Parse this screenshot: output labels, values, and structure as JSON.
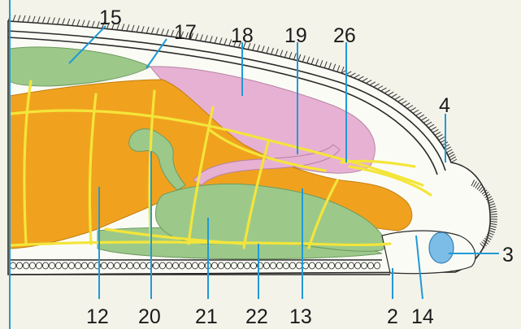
{
  "diagram": {
    "colors": {
      "background": "#f4f3ea",
      "orange_tissue": "#f0a21f",
      "green_tissue": "#9cc98a",
      "pink_tissue": "#e7b1d3",
      "white_cavity": "#fbfbf6",
      "nerve_lines": "#f4e53a",
      "leader_lines": "#1f9ad6",
      "eye_spot": "#7bbde6"
    },
    "labels": [
      {
        "id": "15",
        "text": "15"
      },
      {
        "id": "17",
        "text": "17"
      },
      {
        "id": "18",
        "text": "18"
      },
      {
        "id": "19",
        "text": "19"
      },
      {
        "id": "26",
        "text": "26"
      },
      {
        "id": "4",
        "text": "4"
      },
      {
        "id": "3",
        "text": "3"
      },
      {
        "id": "12",
        "text": "12"
      },
      {
        "id": "20",
        "text": "20"
      },
      {
        "id": "21",
        "text": "21"
      },
      {
        "id": "22",
        "text": "22"
      },
      {
        "id": "13",
        "text": "13"
      },
      {
        "id": "2",
        "text": "2"
      },
      {
        "id": "14",
        "text": "14"
      }
    ]
  }
}
